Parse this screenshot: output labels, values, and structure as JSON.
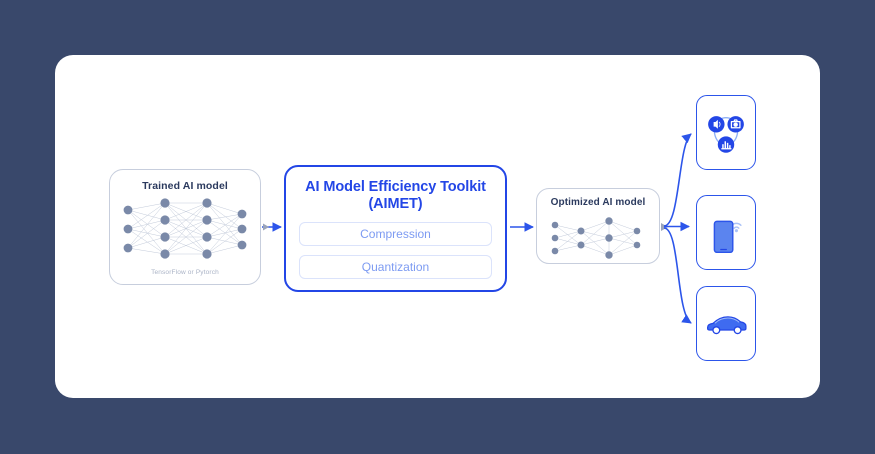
{
  "page": {
    "background_color": "#39486b",
    "card_color": "#ffffff"
  },
  "colors": {
    "accent_blue": "#2346e6",
    "arrow_blue": "#2c55ea",
    "light_blue_text": "#7d9bf2",
    "node_gray": "#7a89a8",
    "dark_navy_text": "#2b3a5e",
    "muted_label": "#aab3c6",
    "box_border_gray": "#c7cedd"
  },
  "diagram": {
    "type": "flow-diagram",
    "title": "AI Model Efficiency Toolkit workflow",
    "stages": [
      {
        "id": "trained-model",
        "label": "Trained AI model",
        "sublabel": "TensorFlow or Pytorch",
        "graphic": "neural-network-dense",
        "layers": [
          3,
          4,
          4,
          3
        ]
      },
      {
        "id": "aimet",
        "title_line_1": "AI Model Efficiency Toolkit",
        "title_line_2": "(AIMET)",
        "features": [
          {
            "label": "Compression"
          },
          {
            "label": "Quantization"
          }
        ]
      },
      {
        "id": "optimized-model",
        "label": "Optimized AI model",
        "graphic": "neural-network-sparse",
        "layers": [
          3,
          2,
          3,
          2
        ]
      }
    ],
    "targets": [
      {
        "id": "device-iot",
        "icon": "multimedia-sensors-icon",
        "icon_parts": [
          "speaker-icon",
          "camera-icon",
          "audio-waveform-icon"
        ]
      },
      {
        "id": "device-smartphone",
        "icon": "smartphone-icon"
      },
      {
        "id": "device-vehicle",
        "icon": "car-icon"
      }
    ],
    "arrows": [
      {
        "from": "trained-model",
        "to": "aimet"
      },
      {
        "from": "aimet",
        "to": "optimized-model"
      },
      {
        "from": "optimized-model",
        "to": "device-iot"
      },
      {
        "from": "optimized-model",
        "to": "device-smartphone"
      },
      {
        "from": "optimized-model",
        "to": "device-vehicle"
      }
    ]
  }
}
